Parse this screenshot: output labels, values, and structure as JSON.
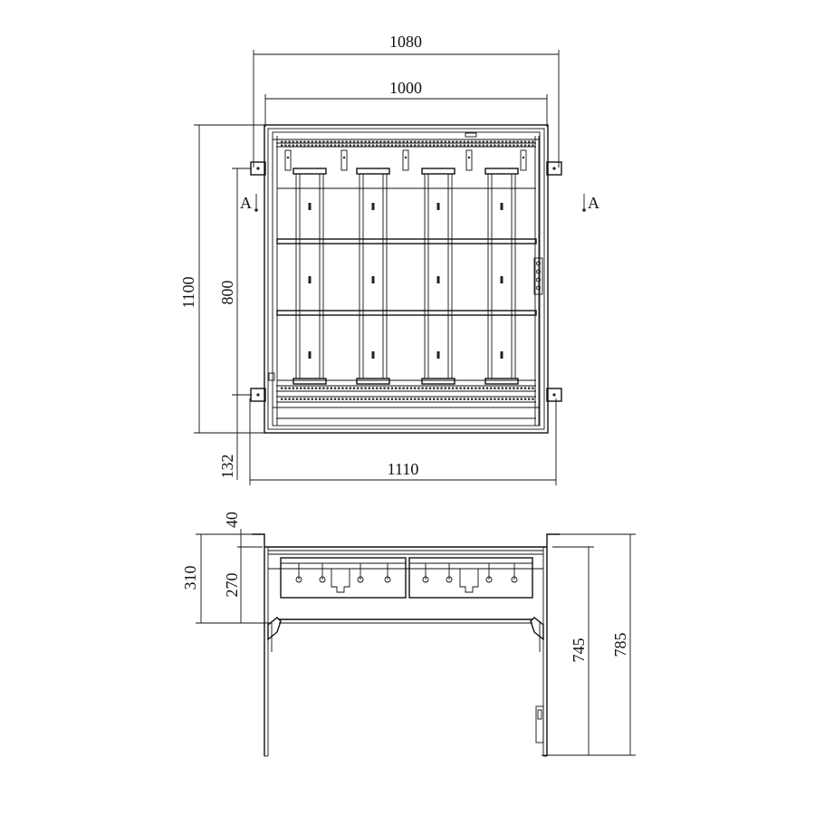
{
  "top_view": {
    "dimensions": {
      "overall_width": "1080",
      "inner_width": "1000",
      "overall_height": "1100",
      "rail_height": "800",
      "offset": "132",
      "base_width": "1110"
    },
    "section_left": "A",
    "section_right": "A"
  },
  "side_view": {
    "dimensions": {
      "flange": "40",
      "frame_height": "310",
      "drawer_height": "270",
      "leg_height": "745",
      "total_height": "785"
    }
  }
}
